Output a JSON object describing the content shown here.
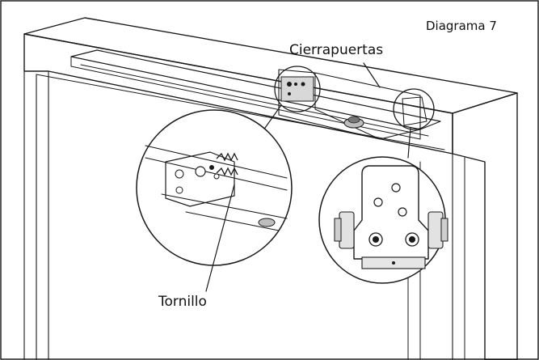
{
  "figure": {
    "title": "Diagrama  7",
    "labels": {
      "closer": "Cierrapuertas",
      "screw": "Tornillo"
    }
  },
  "colors": {
    "ink": "#1a1a1a",
    "shade": "#e9e9e9",
    "frame_border": "#222222",
    "background": "#ffffff"
  }
}
